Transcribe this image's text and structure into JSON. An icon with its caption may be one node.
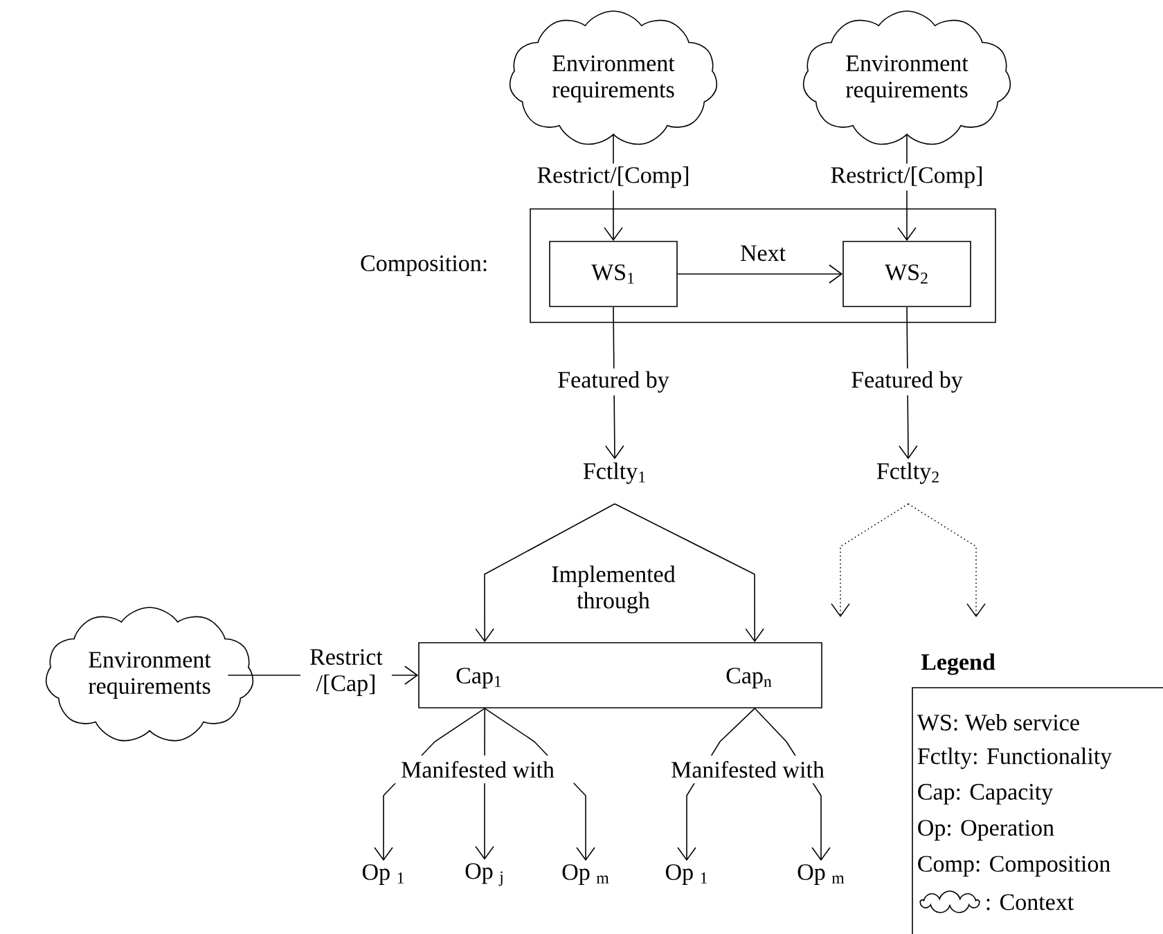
{
  "diagram": {
    "nodes": [
      {
        "text": [
          "Environment requirements"
        ]
      },
      {
        "text": [
          "Environment requirements"
        ]
      },
      {
        "text": [
          "Composition:"
        ]
      },
      {
        "text": [
          "WS$_{1}$"
        ],
        "in": 2
      },
      {
        "text": [
          "WS$_{2}$"
        ],
        "in": 2
      },
      {
        "text": [
          "Fctlty$_{1}$"
        ]
      },
      {
        "text": [
          "Fctlty$_{2}$"
        ]
      },
      {
        "text": [
          "Cap$_{1}$",
          "Cap$_{n}$"
        ]
      },
      {
        "text": [
          "Environment requirements"
        ]
      },
      {
        "text": [
          "Op $_{1}$"
        ]
      },
      {
        "text": [
          "Op $_{j}$"
        ]
      },
      {
        "text": [
          "Op $_{m}$"
        ]
      },
      {
        "text": [
          "Op $_{1}$"
        ]
      },
      {
        "text": [
          "Op $_{m}$"
        ]
      }
    ],
    "edges": [
      {
        "from": 0,
        "to": 3,
        "arrow": "to",
        "label": "Restrict/[Comp]"
      },
      {
        "from": 1,
        "to": 4,
        "arrow": "to",
        "label": "Restrict/[Comp]"
      },
      {
        "from": 3,
        "to": 4,
        "arrow": "to",
        "label": "Next"
      },
      {
        "from": 3,
        "to": 5,
        "arrow": "to",
        "label": "Featured by"
      },
      {
        "from": 4,
        "to": 6,
        "arrow": "to",
        "label": "Featured by"
      },
      {
        "from": 5,
        "to": 7,
        "arrow": "to",
        "label": "Implemented through"
      },
      {
        "from": 5,
        "to": 7,
        "arrow": "to"
      },
      {
        "from": 6,
        "to": null,
        "arrow": "to",
        "style": "dashed"
      },
      {
        "from": 6,
        "to": null,
        "arrow": "to",
        "style": "dashed"
      },
      {
        "from": 8,
        "to": 7,
        "arrow": "to",
        "label": "Restrict /[Cap]"
      },
      {
        "from": 7,
        "to": 9,
        "arrow": "to",
        "label": "Manifested with"
      },
      {
        "from": 7,
        "to": 10,
        "arrow": "to"
      },
      {
        "from": 7,
        "to": 11,
        "arrow": "to"
      },
      {
        "from": 7,
        "to": 12,
        "arrow": "to",
        "label": "Manifested with"
      },
      {
        "from": 7,
        "to": 13,
        "arrow": "to"
      }
    ],
    "labels": [
      "Legend"
    ],
    "legend": [
      {
        "text": "WS: Web service"
      },
      {
        "text": "Fctlty: Functionality"
      },
      {
        "text": "Cap: Capacity"
      },
      {
        "text": "Op: Operation"
      },
      {
        "text": "Comp: Composition"
      },
      {
        "text": ": Context"
      }
    ]
  }
}
